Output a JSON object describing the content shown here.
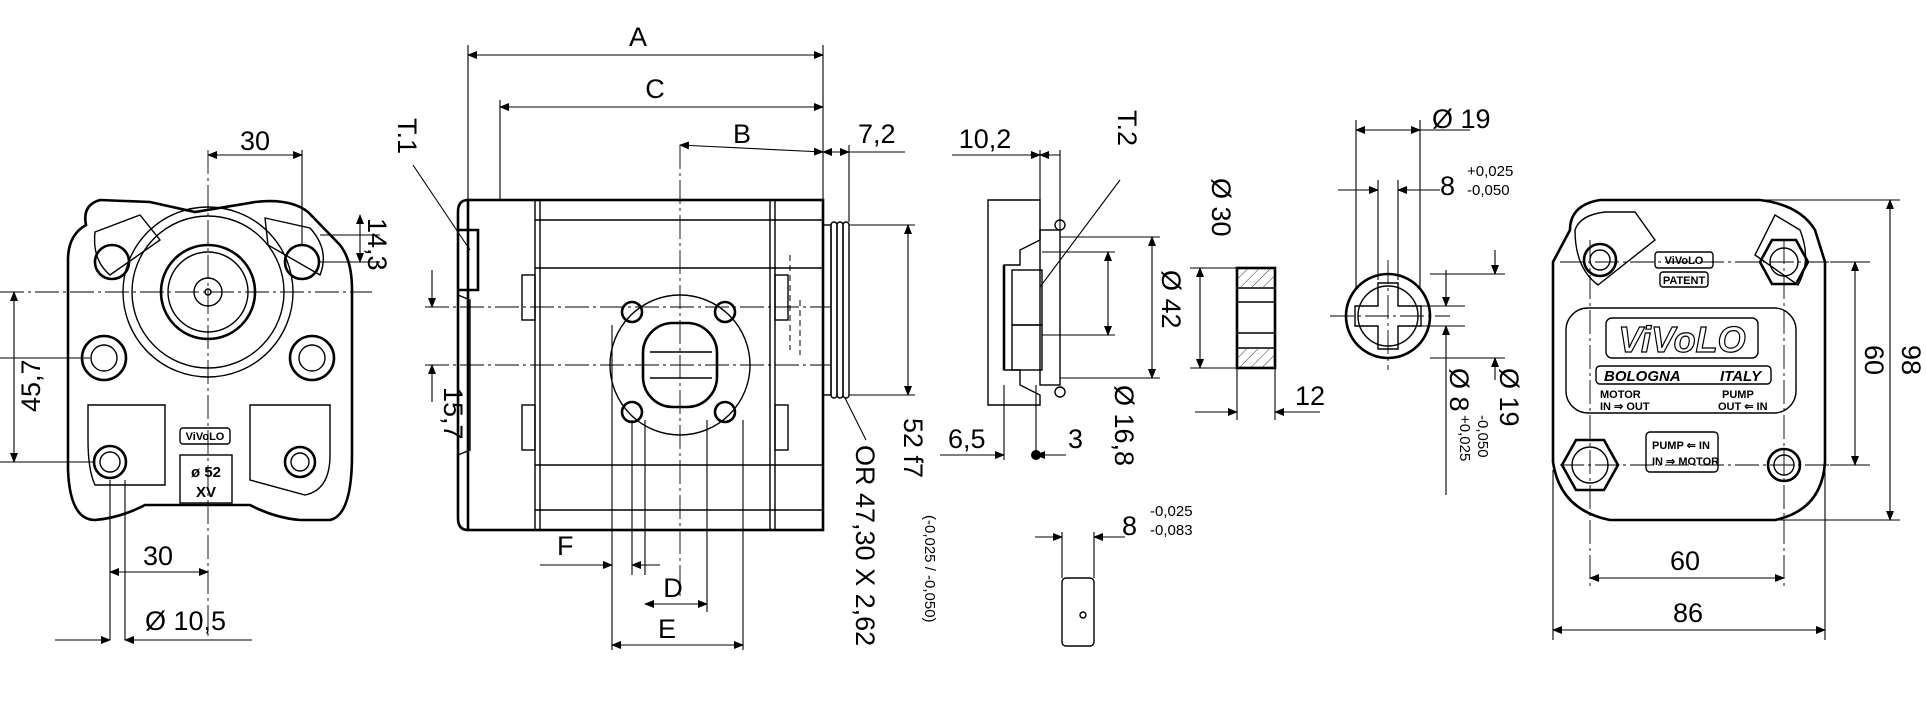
{
  "drawing": {
    "colors": {
      "line": "#000000",
      "background": "#ffffff"
    },
    "front_view": {
      "dim_top_30": "30",
      "dim_14_3": "14,3",
      "dim_45_7": "45,7",
      "dim_bottom_30": "30",
      "dim_hole": "Ø 10,5",
      "badge_brand": "ViVoLO",
      "badge_dia": "ø 52",
      "badge_code": "XV"
    },
    "side_view": {
      "dim_A": "A",
      "dim_C": "C",
      "dim_B": "B",
      "dim_7_2": "7,2",
      "port_T1": "T.1",
      "dim_15_7": "15,7",
      "dim_F": "F",
      "dim_D": "D",
      "dim_E": "E",
      "dim_52f7": "52 f7",
      "tol_52f7": "(-0,025 / -0,050)",
      "oring": "OR 47,30 X 2,62"
    },
    "shaft_section": {
      "dim_10_2": "10,2",
      "port_T2": "T.2",
      "dim_30": "Ø 30",
      "dim_42": "Ø 42",
      "dim_16_8": "Ø 16,8",
      "dim_6_5": "6,5",
      "dim_3": "3",
      "key_dim": "8",
      "key_tol_upper": "-0,025",
      "key_tol_lower": "-0,083"
    },
    "coupling": {
      "dim_12": "12"
    },
    "hub": {
      "dim_19_top": "Ø 19",
      "dim_8": "8",
      "tol_upper": "+0,025",
      "tol_lower": "-0,050",
      "dim_8_vert": "Ø 8",
      "dim_8_vert_tol_upper": "+0,025",
      "dim_8_vert_tol_lower": "-0,050",
      "dim_19_vert": "Ø 19"
    },
    "rear_view": {
      "brand_small": "ViVoLO",
      "patent": "PATENT",
      "brand_large": "ViVoLO",
      "bologna": "BOLOGNA",
      "italy": "ITALY",
      "motor": "MOTOR",
      "motor_io": "IN ⇒ OUT",
      "pump": "PUMP",
      "pump_io": "OUT ⇐ IN",
      "plate_pump": "PUMP ⇐ IN",
      "plate_motor": "IN ⇒ MOTOR",
      "dim_60_bottom": "60",
      "dim_86": "86",
      "dim_60_right": "60",
      "dim_98": "98"
    }
  }
}
